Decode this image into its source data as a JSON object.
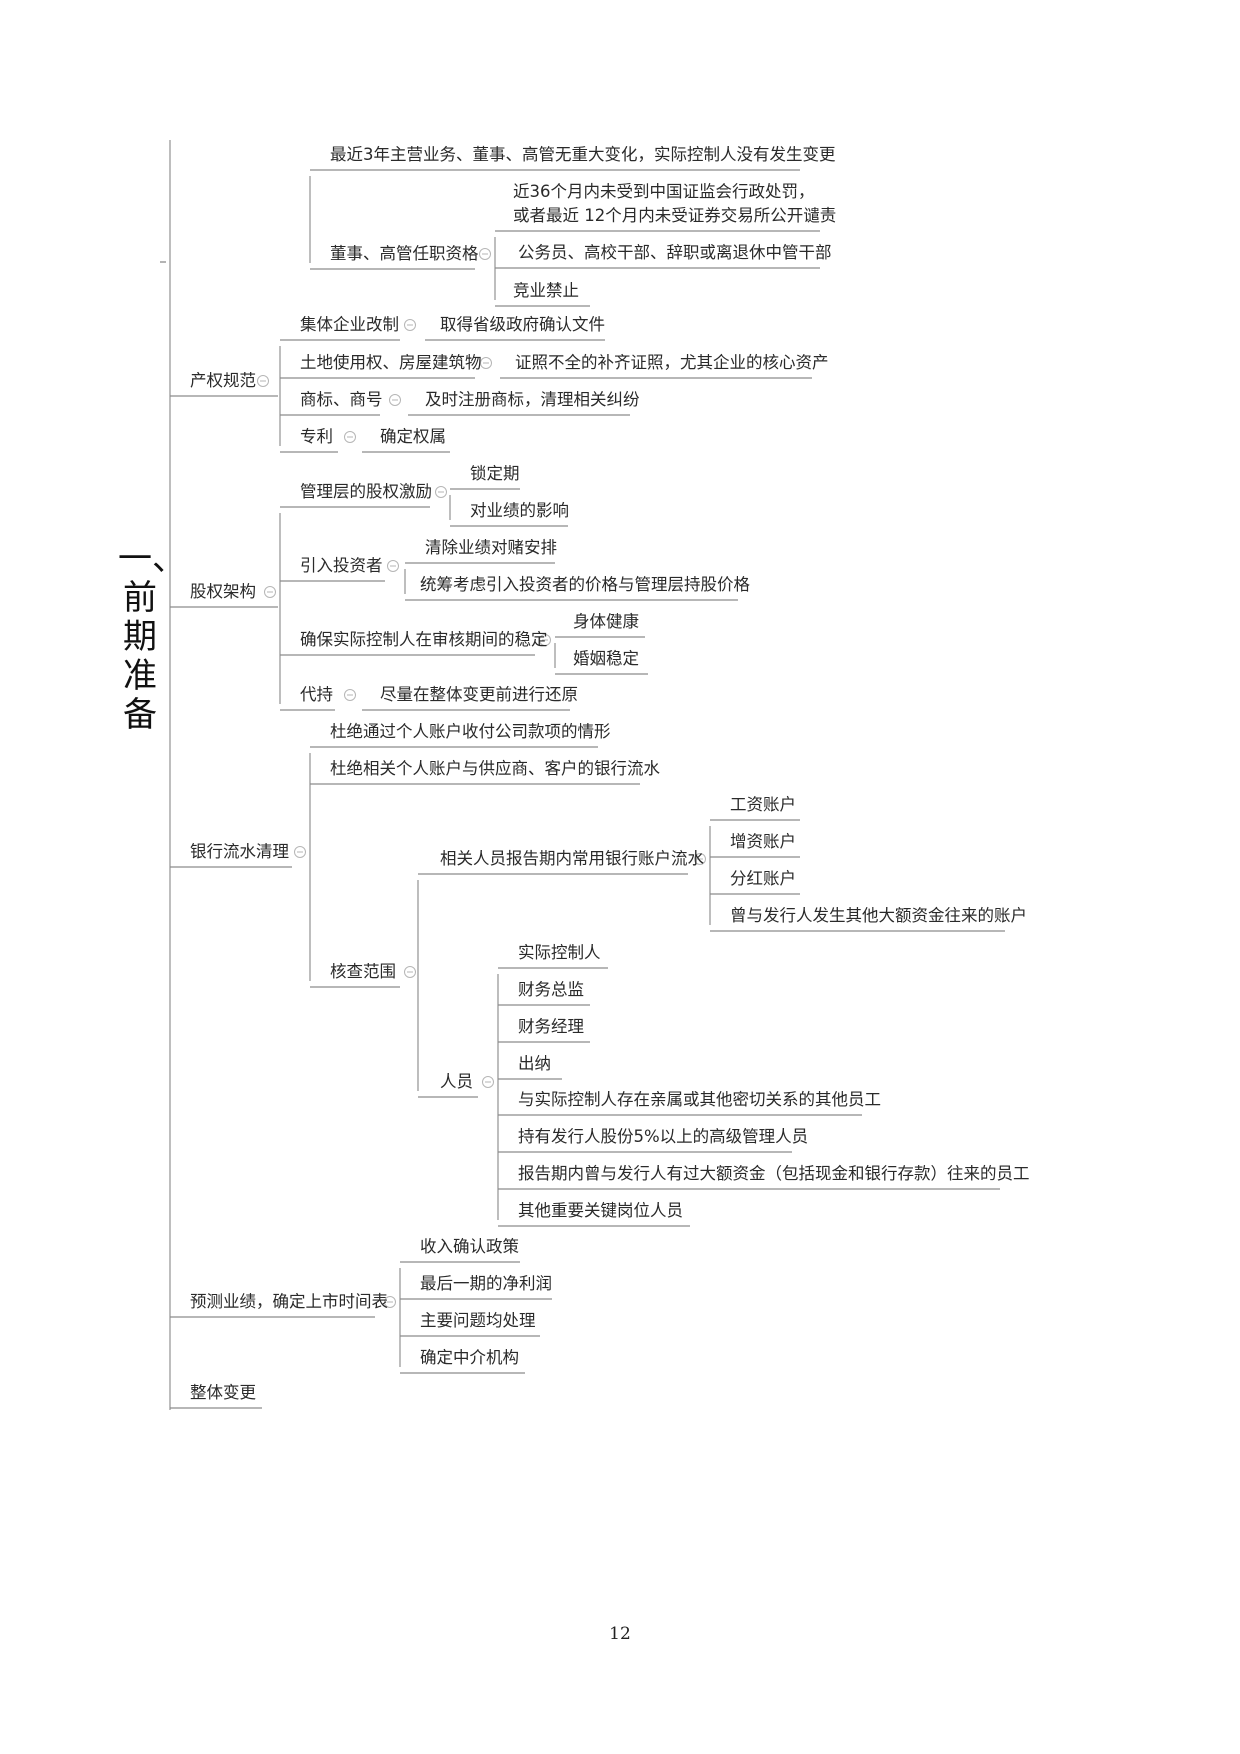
{
  "section_title": "一、前期准备",
  "page_number": "12",
  "nodes": {
    "n_main_change": "最近3年主营业务、董事、高管无重大变化，实际控制人没有发生变更",
    "n_qual": "董事、高管任职资格",
    "n_qual_1a": "近36个月内未受到中国证监会行政处罚，",
    "n_qual_1b": "或者最近 12个月内未受证券交易所公开谴责",
    "n_qual_2": "公务员、高校干部、辞职或离退休中管干部",
    "n_qual_3": "竞业禁止",
    "n_prop": "产权规范",
    "n_prop_1": "集体企业改制",
    "n_prop_1a": "取得省级政府确认文件",
    "n_prop_2": "土地使用权、房屋建筑物",
    "n_prop_2a": "证照不全的补齐证照，尤其企业的核心资产",
    "n_prop_3": "商标、商号",
    "n_prop_3a": "及时注册商标，清理相关纠纷",
    "n_prop_4": "专利",
    "n_prop_4a": "确定权属",
    "n_eq": "股权架构",
    "n_eq_1": "管理层的股权激励",
    "n_eq_1a": "锁定期",
    "n_eq_1b": "对业绩的影响",
    "n_eq_2": "引入投资者",
    "n_eq_2a": "清除业绩对赌安排",
    "n_eq_2b": "统筹考虑引入投资者的价格与管理层持股价格",
    "n_eq_3": "确保实际控制人在审核期间的稳定",
    "n_eq_3a": "身体健康",
    "n_eq_3b": "婚姻稳定",
    "n_eq_4": "代持",
    "n_eq_4a": "尽量在整体变更前进行还原",
    "n_bank": "银行流水清理",
    "n_bank_1": "杜绝通过个人账户收付公司款项的情形",
    "n_bank_2": "杜绝相关个人账户与供应商、客户的银行流水",
    "n_scope": "核查范围",
    "n_scope_1": "相关人员报告期内常用银行账户流水",
    "n_acc_1": "工资账户",
    "n_acc_2": "增资账户",
    "n_acc_3": "分红账户",
    "n_acc_4": "曾与发行人发生其他大额资金往来的账户",
    "n_person": "人员",
    "n_p_1": "实际控制人",
    "n_p_2": "财务总监",
    "n_p_3": "财务经理",
    "n_p_4": "出纳",
    "n_p_5": "与实际控制人存在亲属或其他密切关系的其他员工",
    "n_p_6": "持有发行人股份5%以上的高级管理人员",
    "n_p_7": "报告期内曾与发行人有过大额资金（包括现金和银行存款）往来的员工",
    "n_p_8": "其他重要关键岗位人员",
    "n_fc": "预测业绩，确定上市时间表",
    "n_fc_1": "收入确认政策",
    "n_fc_2": "最后一期的净利润",
    "n_fc_3": "主要问题均处理",
    "n_fc_4": "确定中介机构",
    "n_overall": "整体变更"
  }
}
